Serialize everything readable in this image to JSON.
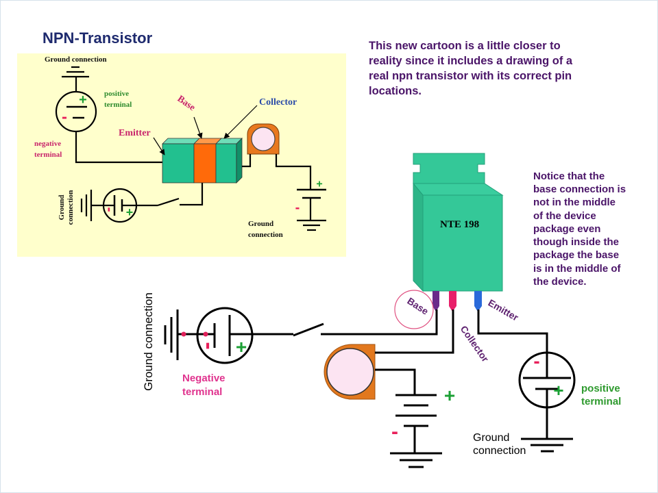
{
  "title": "NPN-Transistor",
  "intro_lines": [
    "This new cartoon is a little closer to",
    "reality since it includes a drawing of a",
    "real npn transistor with its correct pin",
    "locations."
  ],
  "notice_lines": [
    "Notice that the",
    "base connection is",
    "not in the middle",
    "of the device",
    "package even",
    "though inside the",
    "package the base",
    "is in the middle of",
    "the device."
  ],
  "cartoon": {
    "ground_top": "Ground connection",
    "positive_terminal": [
      "positive",
      "terminal"
    ],
    "negative_terminal": [
      "negative",
      "terminal"
    ],
    "base": "Base",
    "collector": "Collector",
    "emitter": "Emitter",
    "ground_left": [
      "Ground",
      "connection"
    ],
    "ground_right": [
      "Ground",
      "connection"
    ]
  },
  "device": {
    "part_number": "NTE 198",
    "base": "Base",
    "collector": "Collector",
    "emitter": "Emitter",
    "ground_left": "Ground connection",
    "negative_terminal": [
      "Negative",
      "terminal"
    ],
    "positive_terminal": [
      "positive",
      "terminal"
    ],
    "ground_right": [
      "Ground",
      "connection"
    ]
  },
  "symbols": {
    "plus": "+",
    "minus": "-"
  },
  "colors": {
    "title": "#1E2A6E",
    "text_purple": "#4A1468",
    "panel_yellow": "#FFFFCC",
    "package_green": "#34C898",
    "base_region_orange": "#FF6A0A",
    "lamp_orange": "#E2781E",
    "lamp_pink": "#FCE4F2",
    "plus_green": "#1CA035",
    "minus_red": "#E8205A",
    "pin_base": "#6A2A8A",
    "pin_collector": "#E8206A",
    "pin_emitter": "#2A6ADA"
  }
}
